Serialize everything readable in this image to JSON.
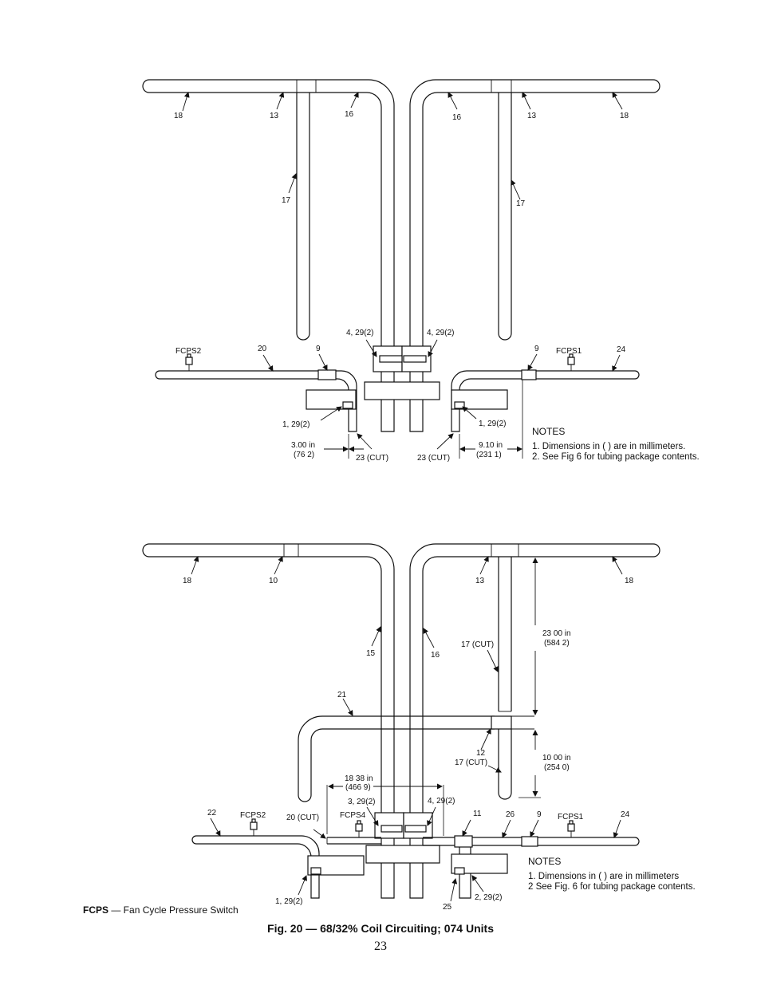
{
  "top": {
    "labels": {
      "l18a": "18",
      "l13a": "13",
      "l16a": "16",
      "l17a": "17",
      "l16b": "16",
      "l13b": "13",
      "l18b": "18",
      "l17b": "17",
      "l429a": "4, 29(2)",
      "l429b": "4, 29(2)",
      "lfcps2": "FCPS2",
      "l20": "20",
      "l9a": "9",
      "l9b": "9",
      "lfcps1": "FCPS1",
      "l24": "24",
      "l129a": "1, 29(2)",
      "l129b": "1, 29(2)",
      "d300": "3.00 in",
      "d762": "(76 2)",
      "l23a": "23 (CUT)",
      "l23b": "23 (CUT)",
      "d910": "9.10 in",
      "d2311": "(231 1)"
    },
    "notes": {
      "title": "NOTES",
      "n1": "1.  Dimensions in (     ) are in millimeters.",
      "n2": "2.  See Fig  6 for tubing package contents."
    }
  },
  "bottom": {
    "labels": {
      "l18a": "18",
      "l10": "10",
      "l13": "13",
      "l18b": "18",
      "l15": "15",
      "l16": "16",
      "l17cut": "17 (CUT)",
      "d2300": "23 00 in",
      "d5842": "(584 2)",
      "l21": "21",
      "l12": "12",
      "l17cut2": "17 (CUT)",
      "d1000": "10 00 in",
      "d2540": "(254 0)",
      "d1838": "18 38 in",
      "d4669": "(466 9)",
      "l329": "3, 29(2)",
      "l429": "4, 29(2)",
      "lfcps4": "FCPS4",
      "l22": "22",
      "lfcps2": "FCPS2",
      "l20cut": "20 (CUT)",
      "l11": "11",
      "l26": "26",
      "l9": "9",
      "lfcps1": "FCPS1",
      "l24": "24",
      "l129": "1, 29(2)",
      "l25": "25",
      "l229": "2, 29(2)"
    },
    "notes": {
      "title": "NOTES",
      "n1": "1.  Dimensions in (     ) are in millimeters",
      "n2": "2  See Fig. 6 for tubing package contents."
    }
  },
  "legend": {
    "abbr": "FCPS",
    "text": " —  Fan Cycle Pressure Switch"
  },
  "caption": "Fig. 20 — 68/32% Coil Circuiting; 074 Units",
  "page_number": "23"
}
